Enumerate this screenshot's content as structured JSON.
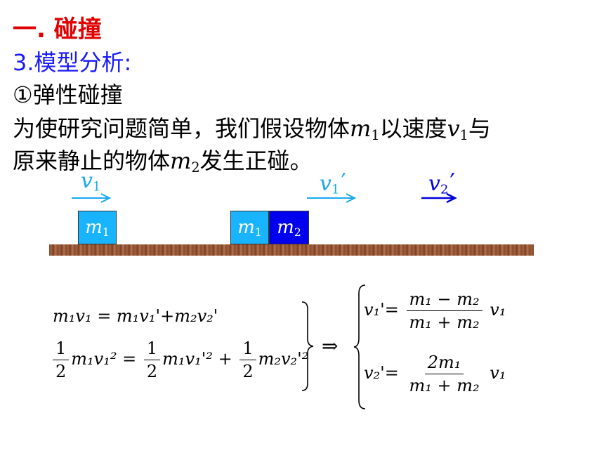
{
  "section_title": "一. 碰撞",
  "subsection_title": "3.模型分析:",
  "item_title": "①弹性碰撞",
  "para_line1_a": "为使研究问题简单，我们假设物体",
  "m": "m",
  "sub1": "1",
  "sub2": "2",
  "para_line1_b": "以速度",
  "v": "v",
  "para_line1_c": "与",
  "para_line2_a": "原来静止的物体",
  "para_line2_b": "发生正碰。",
  "prime": "′",
  "colors": {
    "red": "#e00000",
    "blue_title": "#1a1aff",
    "light_block": "#19b4ff",
    "dark_block": "#0000ee",
    "arrow_light": "#19a8f0",
    "arrow_dark": "#0000dd"
  },
  "eq1": "m₁v₁ = m₁v₁'+m₂v₂'",
  "eq2_lhs_num": "1",
  "eq2_lhs_den": "2",
  "eq2_term1": "m₁v₁²",
  "eq2_eq": "=",
  "eq2_term2": "m₁v₁'²",
  "eq2_plus": "+",
  "eq2_term3": "m₂v₂'²",
  "implies": "⇒",
  "sol1_lhs": "v₁'=",
  "sol1_num": "m₁ − m₂",
  "sol1_den": "m₁ + m₂",
  "sol1_rhs": "v₁",
  "sol2_lhs": "v₂'=",
  "sol2_num": "2m₁",
  "sol2_den": "m₁ + m₂",
  "sol2_rhs": "v₁"
}
